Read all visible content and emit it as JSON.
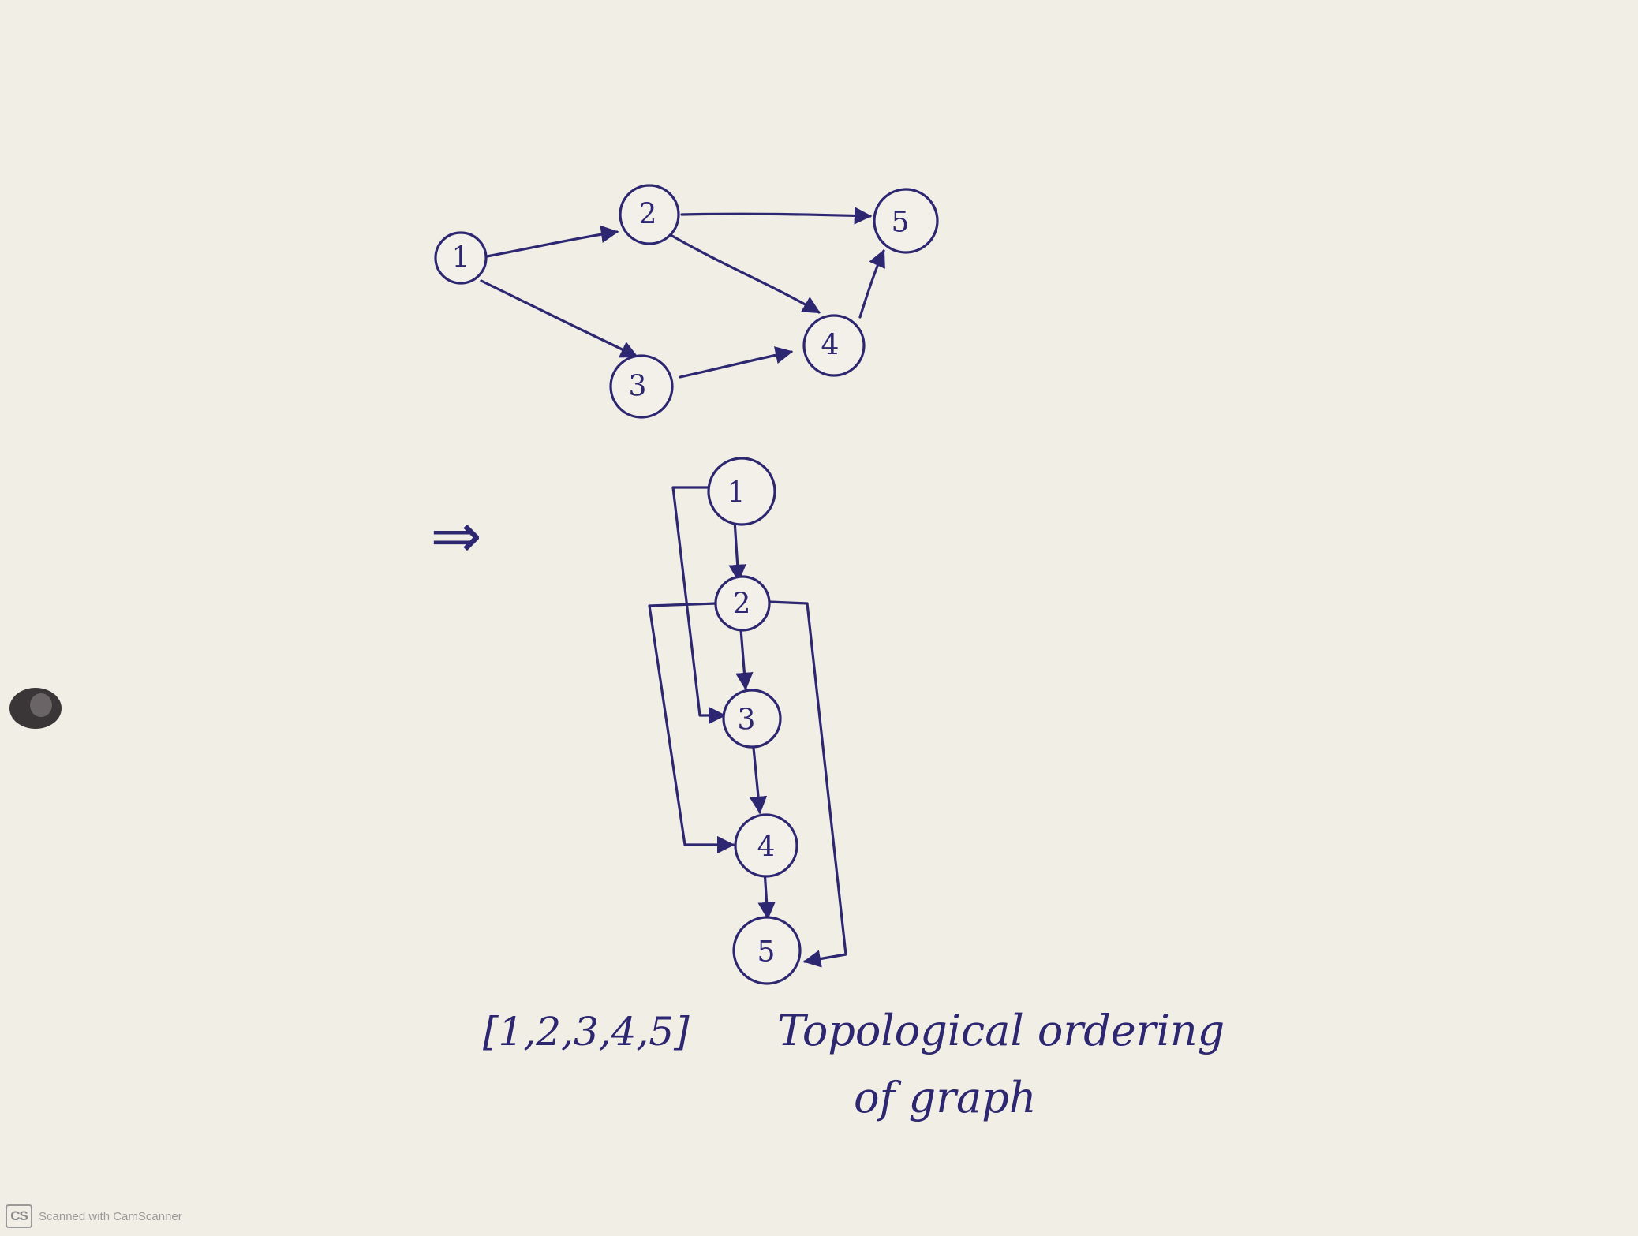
{
  "diagram": {
    "top_graph": {
      "nodes": [
        "1",
        "2",
        "3",
        "4",
        "5"
      ],
      "edges": [
        [
          "1",
          "2"
        ],
        [
          "1",
          "3"
        ],
        [
          "2",
          "5"
        ],
        [
          "2",
          "4"
        ],
        [
          "3",
          "4"
        ],
        [
          "4",
          "5"
        ]
      ]
    },
    "implies_symbol": "⇒",
    "ordered_graph": {
      "nodes": [
        "1",
        "2",
        "3",
        "4",
        "5"
      ],
      "edges": [
        [
          "1",
          "2"
        ],
        [
          "1",
          "3"
        ],
        [
          "2",
          "3"
        ],
        [
          "2",
          "4"
        ],
        [
          "2",
          "5"
        ],
        [
          "3",
          "4"
        ],
        [
          "4",
          "5"
        ]
      ]
    },
    "caption": {
      "ordering": "[1,2,3,4,5]",
      "line1": "Topological ordering",
      "line2": "of graph"
    }
  },
  "watermark": {
    "logo": "CS",
    "text": "Scanned with CamScanner"
  }
}
